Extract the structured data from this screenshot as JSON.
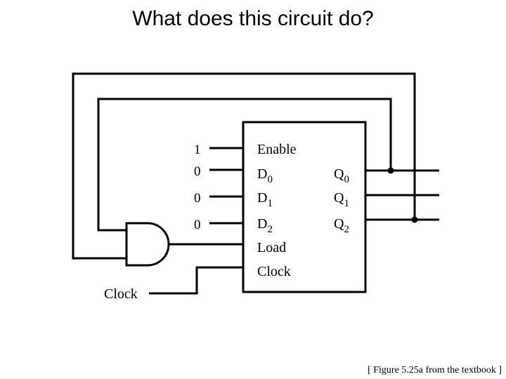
{
  "title": "What does this circuit do?",
  "caption": "[ Figure 5.25a from the textbook ]",
  "inputs": {
    "enable_value": "1",
    "d0_value": "0",
    "d1_value": "0",
    "d2_value": "0",
    "clock_label": "Clock"
  },
  "register": {
    "enable": "Enable",
    "d0": "D",
    "d0_sub": "0",
    "d1": "D",
    "d1_sub": "1",
    "d2": "D",
    "d2_sub": "2",
    "load": "Load",
    "clock": "Clock",
    "q0": "Q",
    "q0_sub": "0",
    "q1": "Q",
    "q1_sub": "1",
    "q2": "Q",
    "q2_sub": "2"
  }
}
